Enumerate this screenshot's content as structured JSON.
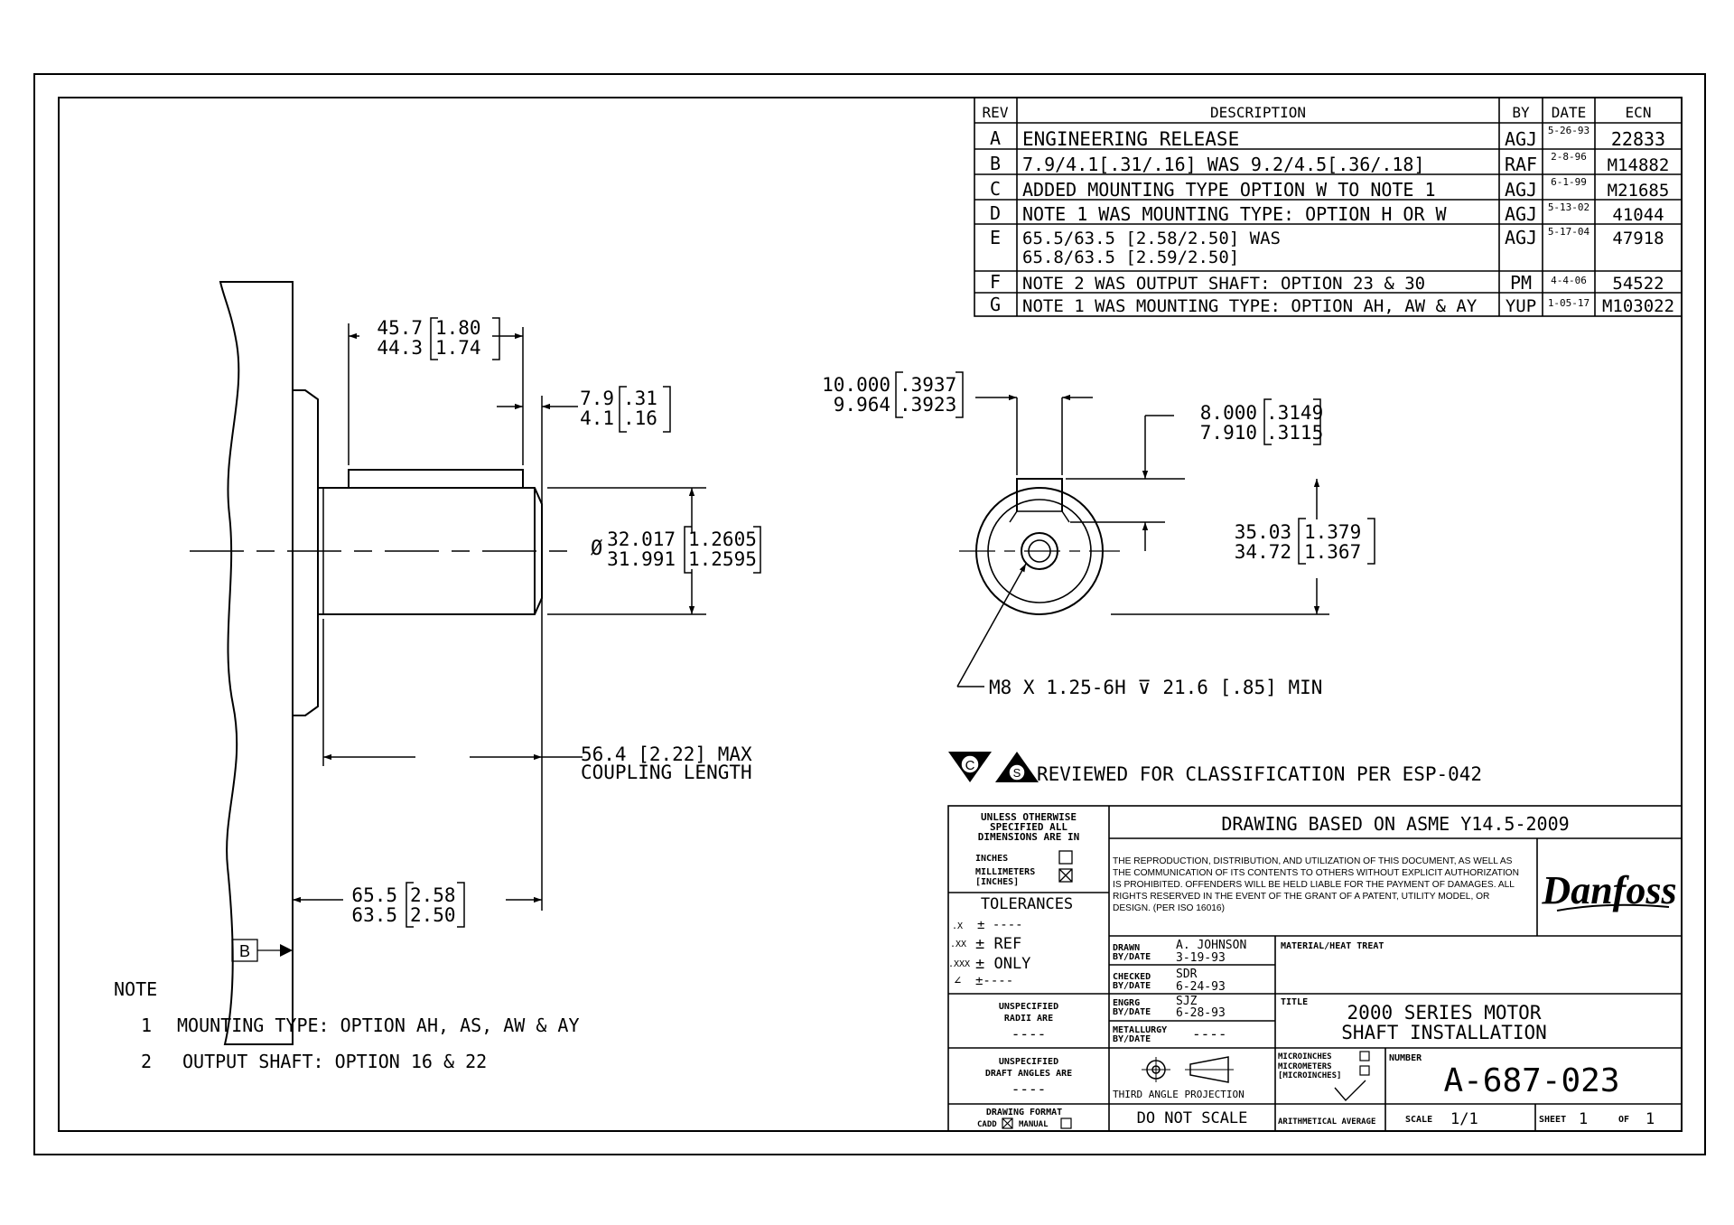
{
  "revisions": {
    "headers": [
      "REV",
      "DESCRIPTION",
      "BY",
      "DATE",
      "ECN"
    ],
    "rows": [
      {
        "rev": "A",
        "desc": [
          "ENGINEERING RELEASE"
        ],
        "by": "AGJ",
        "date": "5-26-93",
        "ecn": "22833"
      },
      {
        "rev": "B",
        "desc": [
          "7.9/4.1[.31/.16] WAS 9.2/4.5[.36/.18]"
        ],
        "by": "RAF",
        "date": "2-8-96",
        "ecn": "M14882"
      },
      {
        "rev": "C",
        "desc": [
          "ADDED MOUNTING TYPE OPTION W TO NOTE 1"
        ],
        "by": "AGJ",
        "date": "6-1-99",
        "ecn": "M21685"
      },
      {
        "rev": "D",
        "desc": [
          "NOTE 1 WAS MOUNTING TYPE: OPTION H OR W"
        ],
        "by": "AGJ",
        "date": "5-13-02",
        "ecn": "41044"
      },
      {
        "rev": "E",
        "desc": [
          "65.5/63.5 [2.58/2.50] WAS",
          "65.8/63.5 [2.59/2.50]"
        ],
        "by": "AGJ",
        "date": "5-17-04",
        "ecn": "47918"
      },
      {
        "rev": "F",
        "desc": [
          "NOTE 2 WAS OUTPUT SHAFT: OPTION 23 & 30"
        ],
        "by": "PM",
        "date": "4-4-06",
        "ecn": "54522"
      },
      {
        "rev": "G",
        "desc": [
          "NOTE 1 WAS MOUNTING TYPE: OPTION AH, AW & AY"
        ],
        "by": "YUP",
        "date": "1-05-17",
        "ecn": "M103022"
      }
    ]
  },
  "side_view": {
    "dim_length": {
      "mm": [
        "45.7",
        "44.3"
      ],
      "in": [
        "1.80",
        "1.74"
      ]
    },
    "dim_key": {
      "mm": [
        "7.9",
        "4.1"
      ],
      "in": [
        ".31",
        ".16"
      ]
    },
    "dim_diameter": {
      "prefix": "Ø",
      "mm": [
        "32.017",
        "31.991"
      ],
      "in": [
        "1.2605",
        "1.2595"
      ]
    },
    "dim_coupling": [
      "56.4 [2.22] MAX",
      "COUPLING LENGTH"
    ],
    "dim_flange": {
      "mm": [
        "65.5",
        "63.5"
      ],
      "in": [
        "2.58",
        "2.50"
      ]
    },
    "datum": "B"
  },
  "end_view": {
    "dim_key_width": {
      "mm": [
        "10.000",
        "9.964"
      ],
      "in": [
        ".3937",
        ".3923"
      ]
    },
    "dim_key_depth": {
      "mm": [
        "8.000",
        "7.910"
      ],
      "in": [
        ".3149",
        ".3115"
      ]
    },
    "dim_height": {
      "mm": [
        "35.03",
        "34.72"
      ],
      "in": [
        "1.379",
        "1.367"
      ]
    },
    "thread_callout": "M8 X 1.25-6H ⊽ 21.6 [.85] MIN"
  },
  "classification": {
    "c_letter": "C",
    "s_letter": "S",
    "text": "REVIEWED FOR CLASSIFICATION PER ESP-042"
  },
  "notes": {
    "heading": "NOTE",
    "items": [
      {
        "num": "1",
        "text": "MOUNTING TYPE: OPTION AH, AS, AW & AY"
      },
      {
        "num": "2",
        "text": "OUTPUT SHAFT: OPTION 16 & 22"
      }
    ]
  },
  "title_block": {
    "units_header": [
      "UNLESS OTHERWISE",
      "SPECIFIED ALL",
      "DIMENSIONS ARE IN"
    ],
    "inches": "INCHES",
    "millimeters": [
      "MILLIMETERS",
      "[INCHES]"
    ],
    "tolerances": "TOLERANCES",
    "tol_rows": [
      {
        "key": ".X",
        "val": "± ----"
      },
      {
        "key": ".XX",
        "val": "± REF"
      },
      {
        "key": ".XXX",
        "val": "± ONLY"
      },
      {
        "key": "∠",
        "val": "±----"
      }
    ],
    "radii": [
      "UNSPECIFIED",
      "RADII ARE",
      "----"
    ],
    "draft": [
      "UNSPECIFIED",
      "DRAFT ANGLES ARE",
      "----"
    ],
    "format": [
      "DRAWING FORMAT",
      "CADD",
      "MANUAL"
    ],
    "standard": "DRAWING BASED ON ASME Y14.5-2009",
    "legal": [
      "THE REPRODUCTION, DISTRIBUTION, AND UTILIZATION OF THIS DOCUMENT, AS WELL AS",
      "THE COMMUNICATION OF ITS CONTENTS TO OTHERS WITHOUT EXPLICIT AUTHORIZATION",
      "IS PROHIBITED. OFFENDERS WILL BE HELD LIABLE FOR THE PAYMENT OF DAMAGES. ALL",
      "RIGHTS RESERVED IN THE EVENT OF THE GRANT OF A PATENT, UTILITY MODEL, OR",
      "DESIGN. (PER ISO 16016)"
    ],
    "logo": "Danfoss",
    "drawn": {
      "label": [
        "DRAWN",
        "BY/DATE"
      ],
      "name": "A. JOHNSON",
      "date": "3-19-93"
    },
    "checked": {
      "label": [
        "CHECKED",
        "BY/DATE"
      ],
      "name": "SDR",
      "date": "6-24-93"
    },
    "engrg": {
      "label": [
        "ENGRG",
        "BY/DATE"
      ],
      "name": "SJZ",
      "date": "6-28-93"
    },
    "metallurgy": {
      "label": [
        "METALLURGY",
        "BY/DATE"
      ],
      "value": "----"
    },
    "material_label": "MATERIAL/HEAT TREAT",
    "title_label": "TITLE",
    "title": [
      "2000 SERIES MOTOR",
      "SHAFT INSTALLATION"
    ],
    "projection": "THIRD ANGLE PROJECTION",
    "microinches": "MICROINCHES",
    "micrometers": [
      "MICROMETERS",
      "[MICROINCHES]"
    ],
    "arith": "ARITHMETICAL AVERAGE",
    "number_label": "NUMBER",
    "number": "A-687-023",
    "do_not_scale": "DO NOT SCALE",
    "scale_label": "SCALE",
    "scale": "1/1",
    "sheet_label": "SHEET",
    "sheet": "1",
    "of_label": "OF",
    "of": "1"
  }
}
